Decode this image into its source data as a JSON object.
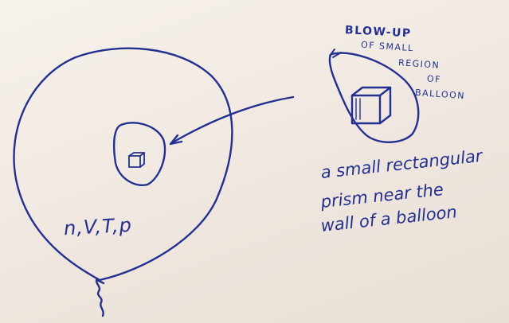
{
  "labels": {
    "variables": "n,V,T,p",
    "blowup_title": "BLOW-UP",
    "blowup_line1": "OF SMALL",
    "blowup_line2": "REGION",
    "blowup_line3": "OF",
    "blowup_line4": "BALLOON",
    "note_line1": "a small rectangular",
    "note_line2": "prism near the",
    "note_line3": "wall of a balloon"
  },
  "colors": {
    "ink": "#24308f",
    "paper": "#f2ece6"
  }
}
